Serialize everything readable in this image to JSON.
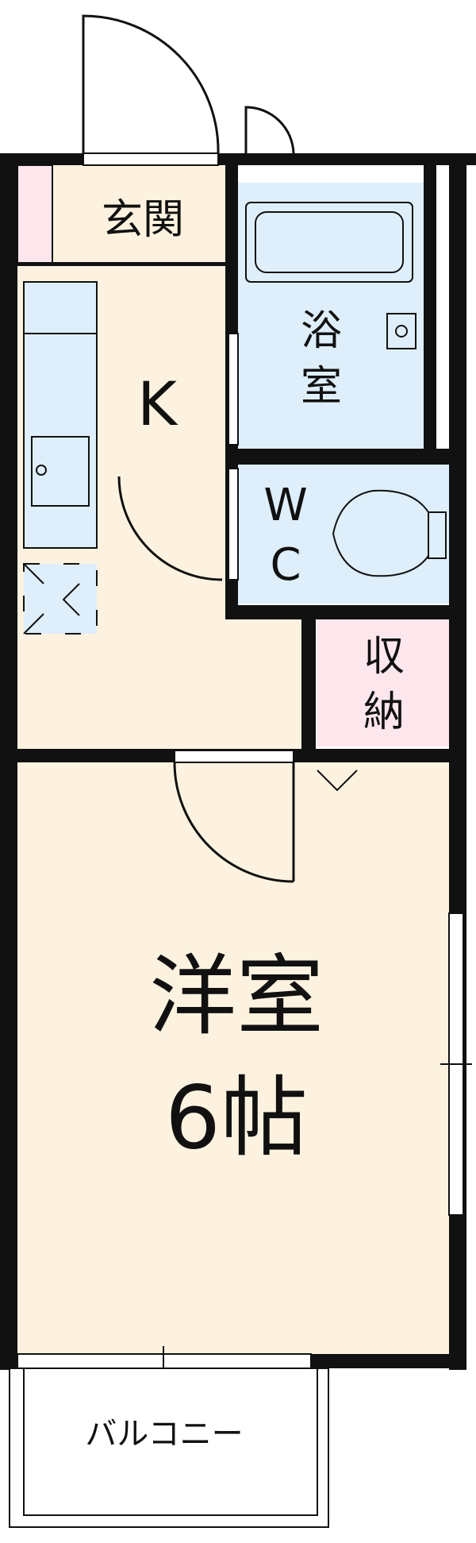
{
  "rooms": {
    "entrance": "玄関",
    "kitchen": "K",
    "bath_top": "浴",
    "bath_bottom": "室",
    "wc_top": "W",
    "wc_bottom": "C",
    "storage_top": "収",
    "storage_bottom": "納",
    "western_room_top": "洋室",
    "western_room_bottom": "6帖",
    "balcony": "バルコニー"
  },
  "colors": {
    "wall": "#111111",
    "living_floor": "#fdf2df",
    "wet_area": "#deeefb",
    "pink_accent": "#fde6ec",
    "outline": "#111111"
  }
}
